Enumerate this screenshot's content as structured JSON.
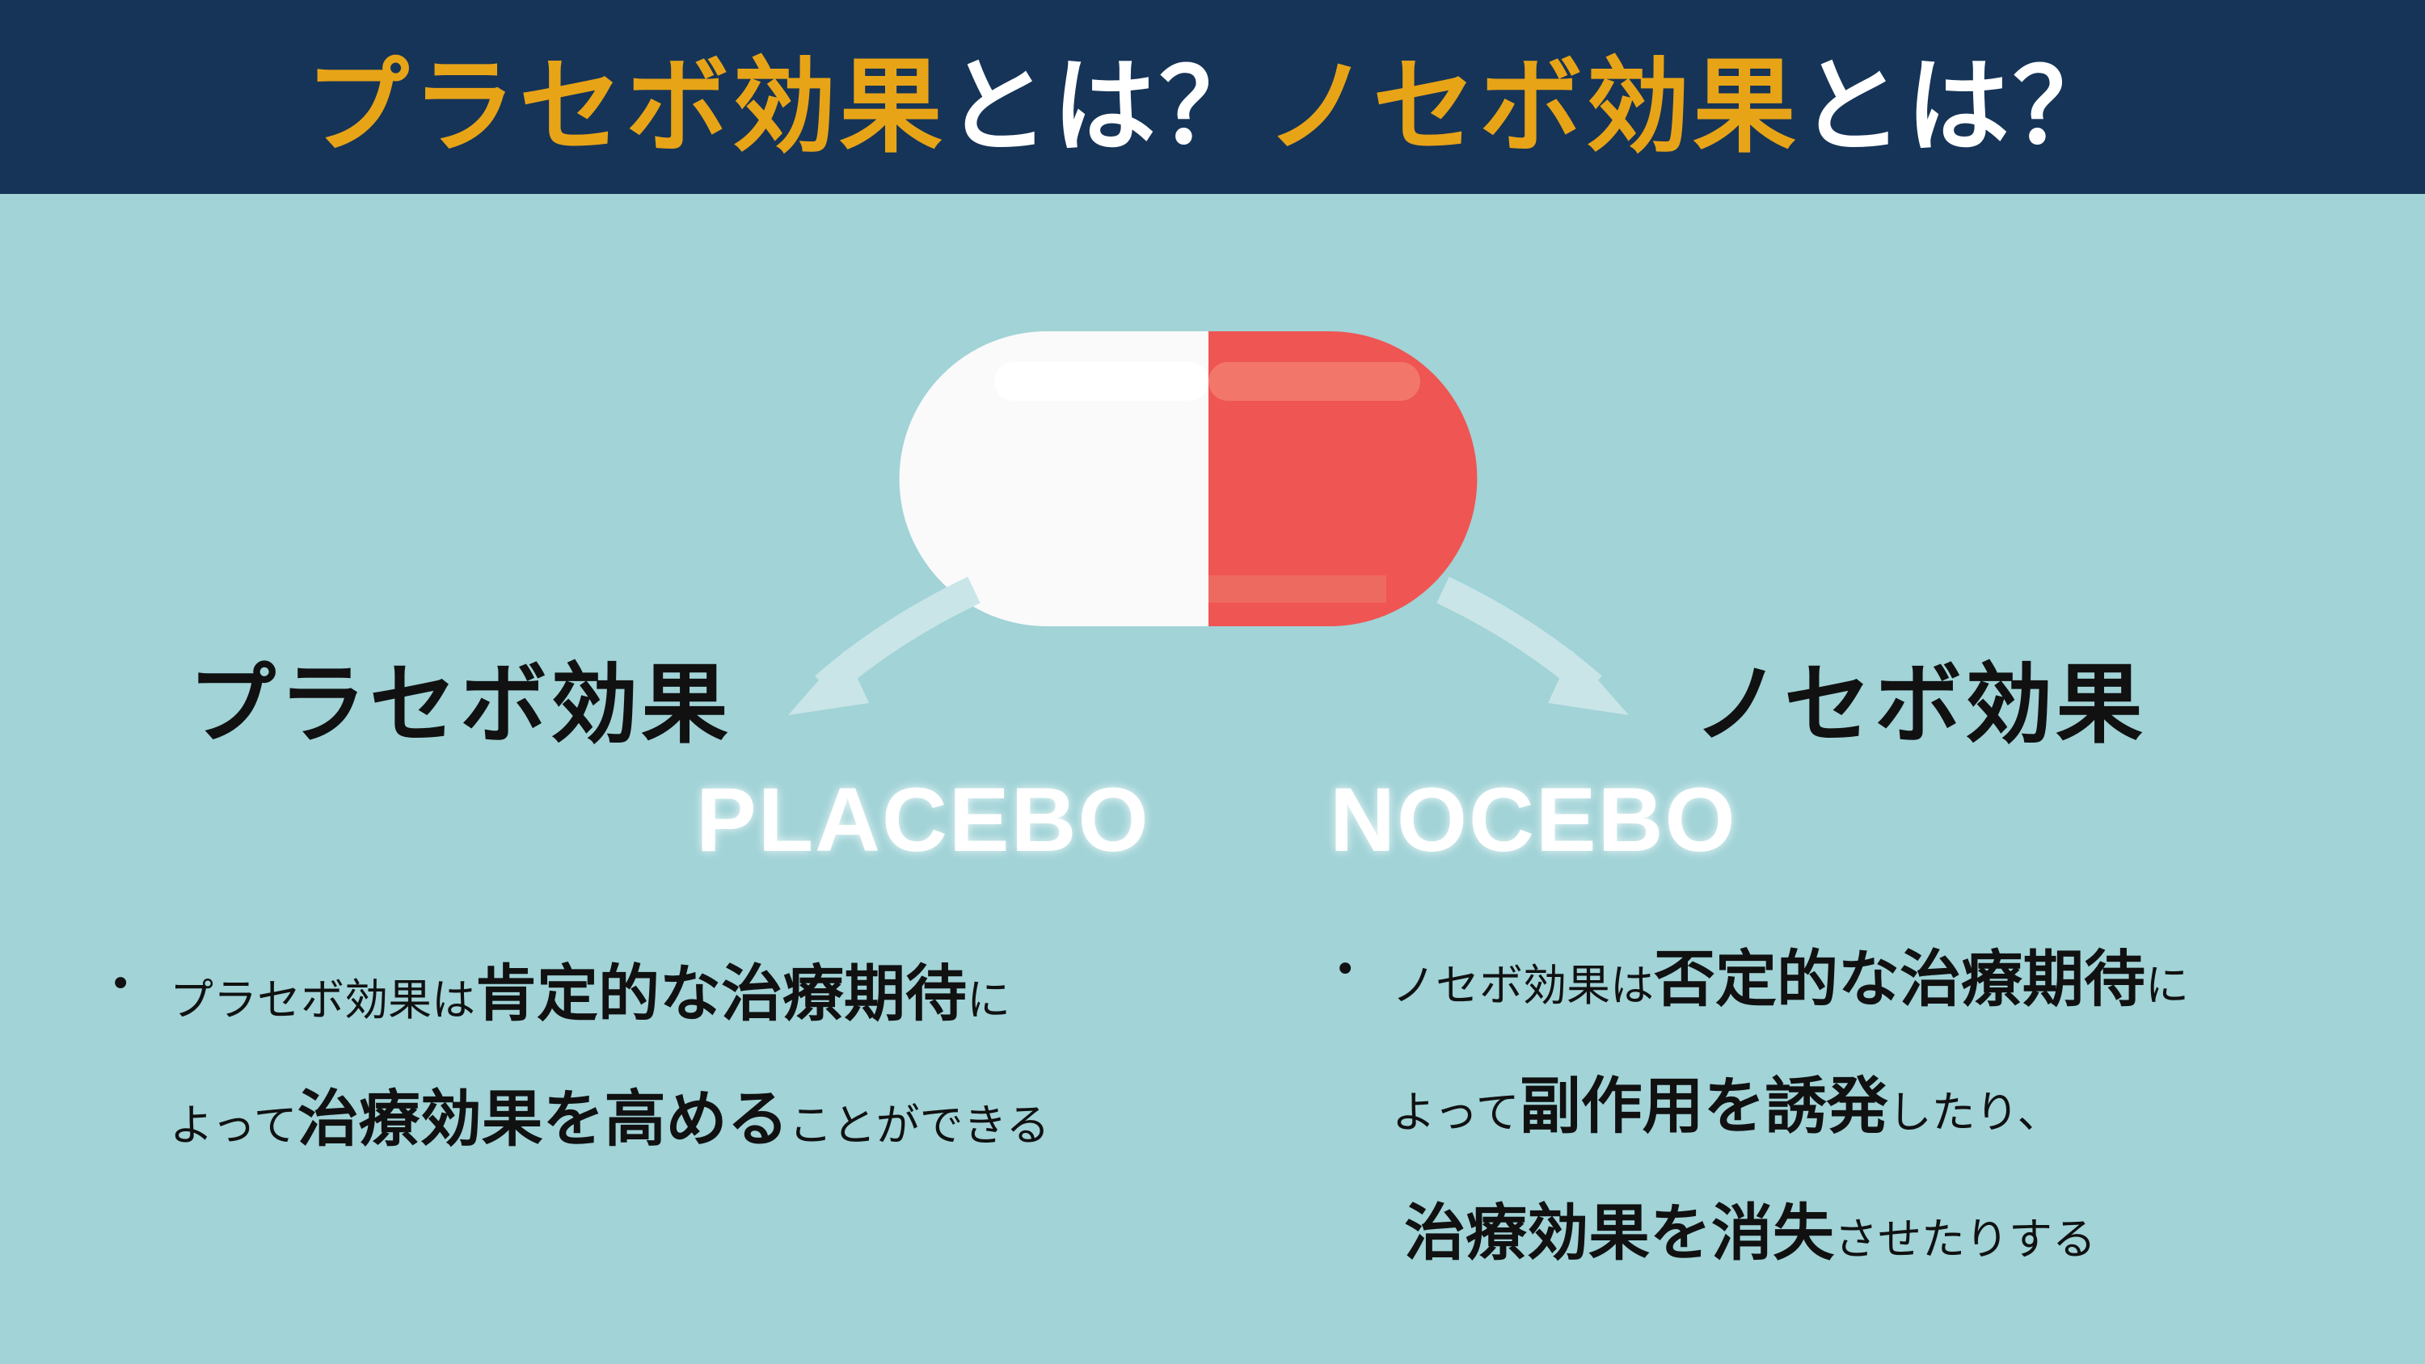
{
  "header": {
    "title_parts": [
      {
        "text": "プラセボ効果",
        "color": "#e8a417"
      },
      {
        "text": "とは？",
        "color": "#ffffff"
      },
      {
        "text": "ノセボ効果",
        "color": "#e8a417"
      },
      {
        "text": "とは？",
        "color": "#ffffff"
      }
    ]
  },
  "colors": {
    "header_bg": "#163457",
    "page_bg": "#a1d3d7",
    "pill_red": "#ef5552",
    "pill_white": "#fafafa"
  },
  "placebo": {
    "heading": "プラセボ効果",
    "english": "PLACEBO",
    "line1": [
      "プラセボ効果は",
      "肯定的な治療期待",
      "に"
    ],
    "line2": [
      "よって",
      "治療効果を高める",
      "ことができる"
    ]
  },
  "nocebo": {
    "heading": "ノセボ効果",
    "english": "NOCEBO",
    "line1": [
      "ノセボ効果は",
      "否定的な治療期待",
      "に"
    ],
    "line2": [
      "よって",
      "副作用を誘発",
      "したり、"
    ],
    "line3": [
      "治療効果を消失",
      "させたりする"
    ]
  },
  "bullet": "•"
}
